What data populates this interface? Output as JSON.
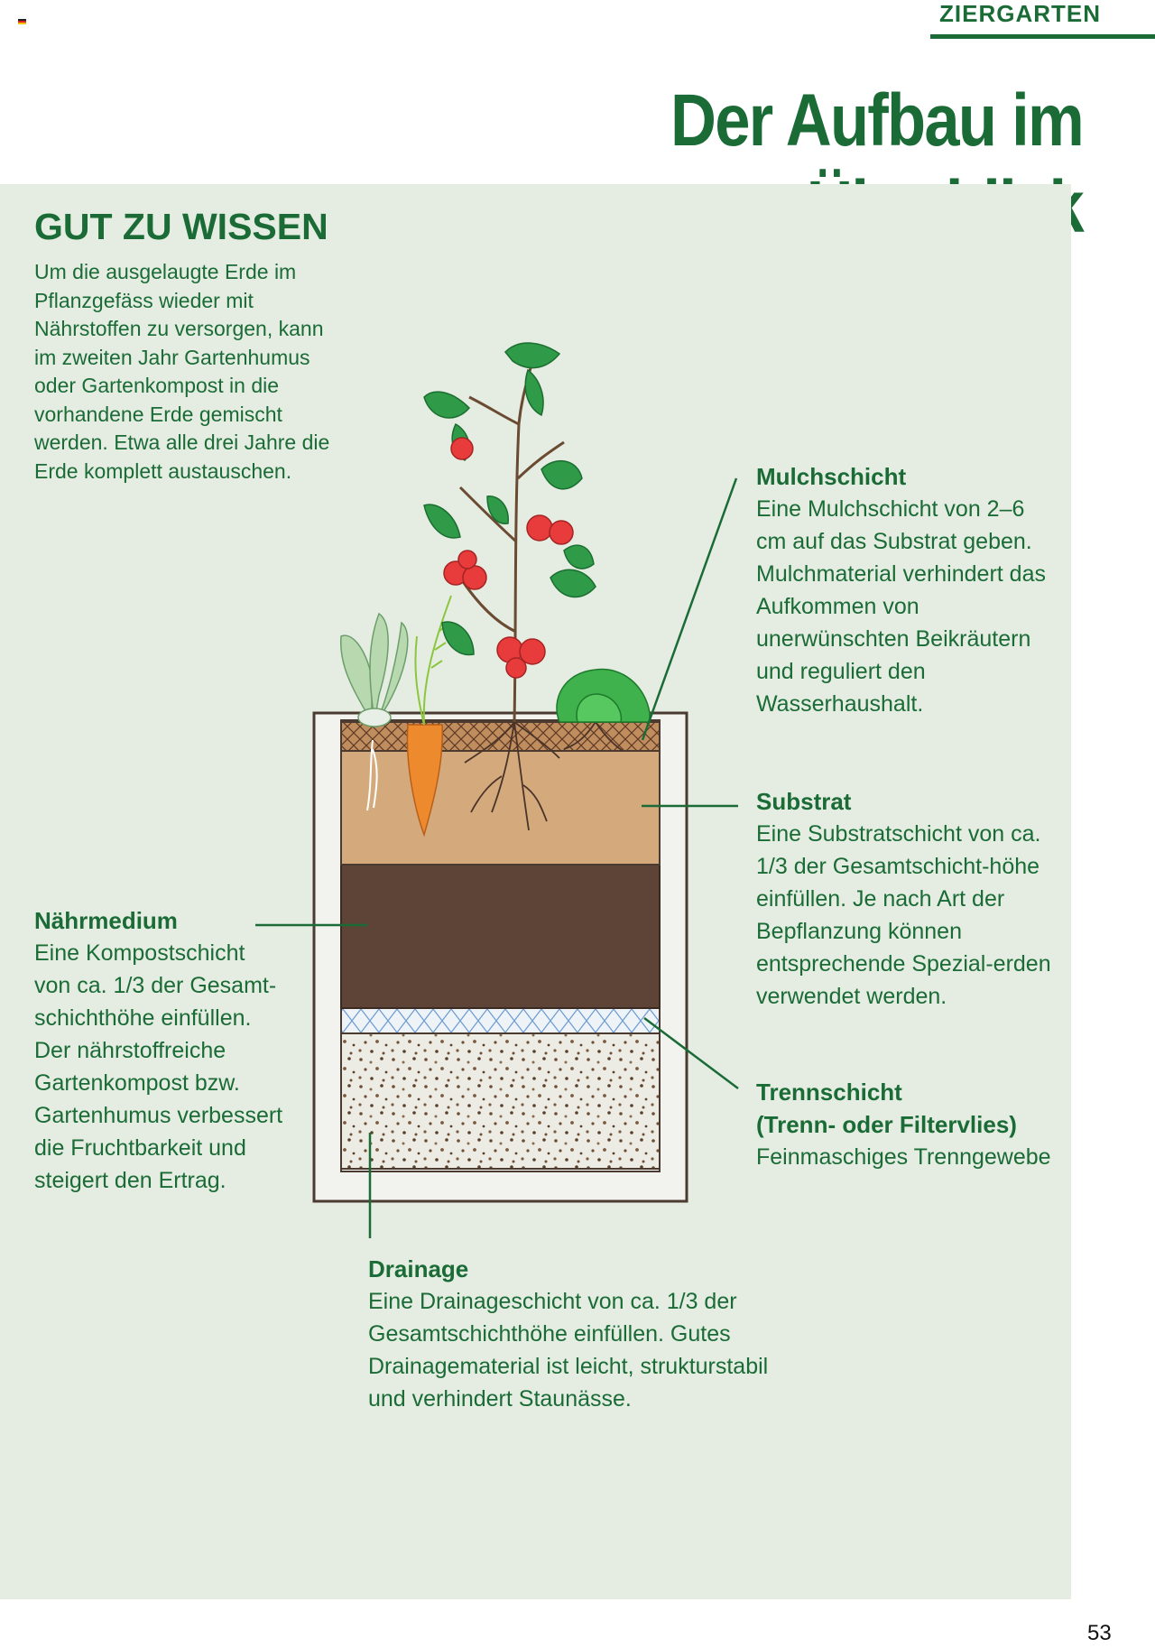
{
  "header": {
    "section": "ZIERGARTEN",
    "title": "Der Aufbau im Überblick"
  },
  "tip": {
    "heading": "GUT ZU WISSEN",
    "text": "Um die ausgelaugte Erde im Pflanzgefäss wieder mit Nährstoffen zu versorgen, kann im zweiten Jahr Gartenhumus oder Gartenkompost in die vorhandene Erde gemischt werden. Etwa alle drei Jahre die Erde komplett austauschen."
  },
  "layers": {
    "mulch": {
      "title": "Mulchschicht",
      "text": "Eine Mulchschicht von 2–6 cm auf das Substrat geben. Mulchmaterial verhindert das Aufkommen von unerwünschten Beikräutern und reguliert den Wasserhaushalt."
    },
    "substrate": {
      "title": "Substrat",
      "text": "Eine Substratschicht von ca. 1/3 der Gesamtschicht-höhe einfüllen. Je nach Art der Bepflanzung können entsprechende Spezial-erden verwendet werden."
    },
    "nutrient": {
      "title": "Nährmedium",
      "text": "Eine Kompostschicht von ca. 1/3 der Gesamt-schichthöhe einfüllen. Der nährstoffreiche Gartenkompost bzw. Gartenhumus verbessert die Fruchtbarkeit und steigert den Ertrag."
    },
    "separator": {
      "title": "Trennschicht",
      "subtitle": "(Trenn- oder Filtervlies)",
      "text": "Feinmaschiges Trenngewebe"
    },
    "drainage": {
      "title": "Drainage",
      "text": "Eine Drainageschicht von ca. 1/3 der Gesamtschichthöhe einfüllen. Gutes Drainagematerial ist leicht, strukturstabil und verhindert Staunässe."
    }
  },
  "page_number": "53",
  "colors": {
    "brand_green": "#1a6b35",
    "panel": "#e5ede3",
    "substrate": "#d4aa7d",
    "compost": "#5e4436",
    "mulch": "#bd8a5d",
    "tomato": "#e83b3b",
    "carrot": "#ee8a2e"
  }
}
